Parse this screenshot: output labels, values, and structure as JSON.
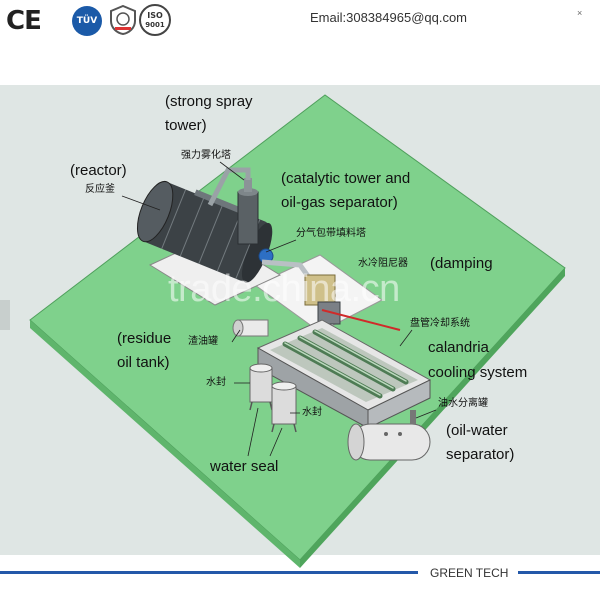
{
  "header": {
    "email": "Email:308384965@qq.com",
    "logos": [
      "CE",
      "TÜV",
      "ISO",
      "9001"
    ],
    "close_glyph": "×"
  },
  "labels": {
    "strong_spray_tower_en_1": "(strong spray",
    "strong_spray_tower_en_2": "tower)",
    "strong_spray_tower_cn": "强力雾化塔",
    "reactor_en": "(reactor)",
    "reactor_cn": "反应釜",
    "catalytic_tower_en_1": "(catalytic tower and",
    "catalytic_tower_en_2": "oil-gas separator)",
    "catalytic_tower_cn": "分气包带填料塔",
    "damping_cn": "水冷阻尼器",
    "damping_en": "(damping",
    "residue_tank_en_1": "(residue",
    "residue_tank_en_2": "oil tank)",
    "residue_tank_cn": "渣油罐",
    "coil_cooling_cn": "盘管冷却系统",
    "calandria_en_1": "calandria",
    "calandria_en_2": "cooling system",
    "water_seal_cn_1": "水封",
    "water_seal_cn_2": "水封",
    "water_seal_en": "water seal",
    "oil_water_sep_cn": "油水分离罐",
    "oil_water_sep_en_1": "(oil-water",
    "oil_water_sep_en_2": "separator)"
  },
  "watermark": "trade.china.cn",
  "footer": {
    "brand": "GREEN TECH"
  },
  "colors": {
    "platform": "#7fd18c",
    "platform_edge": "#5fb56c",
    "background": "#dfe6e4",
    "reactor": "#3c4246",
    "accent_blue": "#2358a9"
  }
}
